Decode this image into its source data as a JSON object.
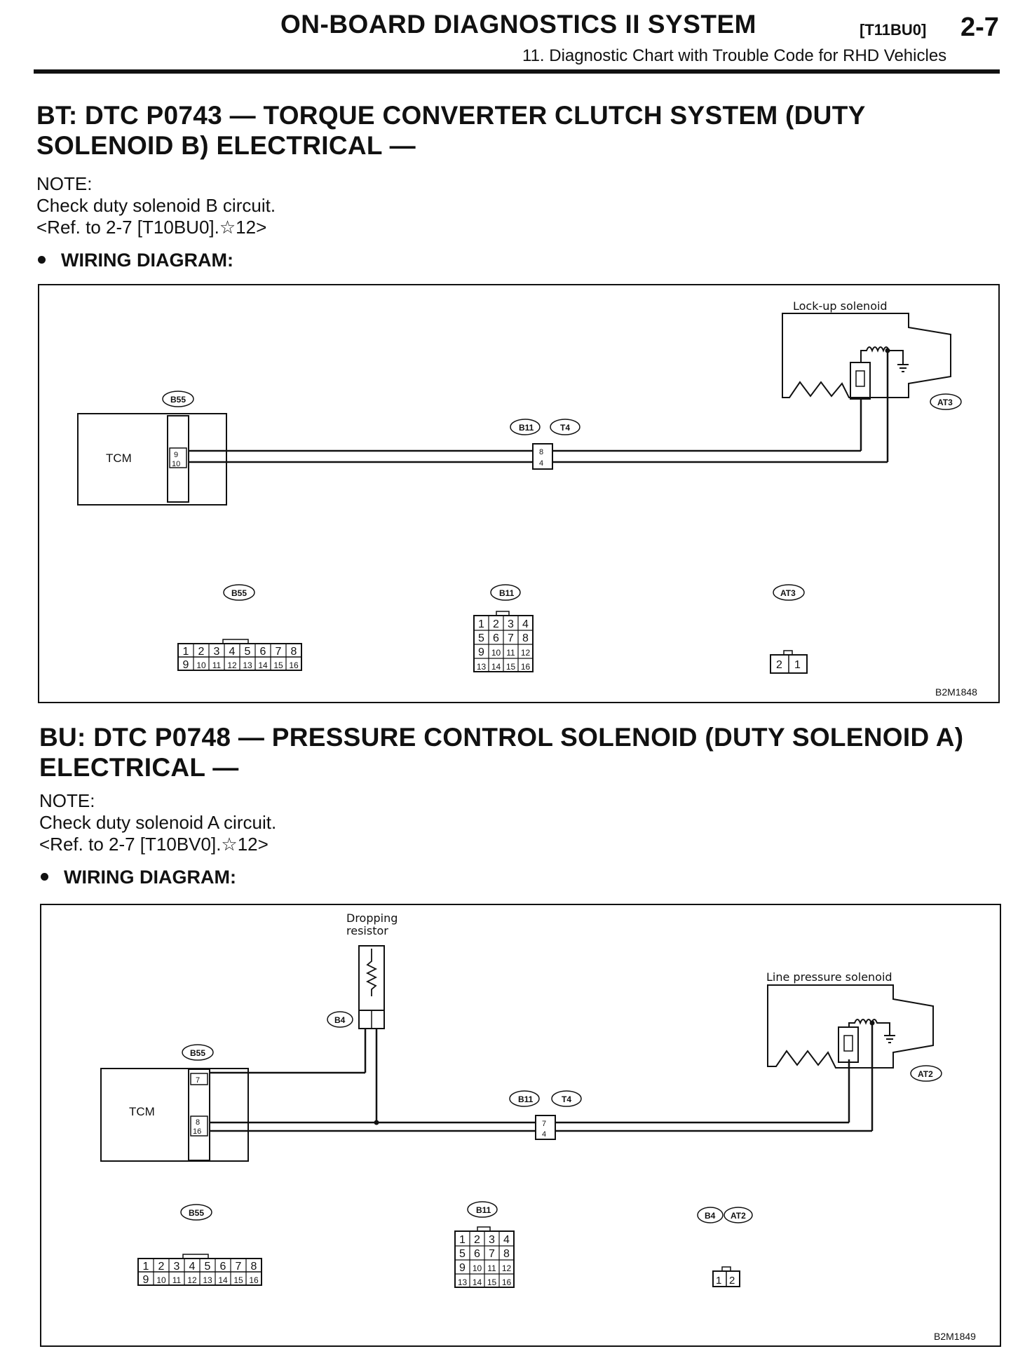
{
  "header": {
    "title": "ON-BOARD DIAGNOSTICS II SYSTEM",
    "code": "[T11BU0]",
    "page": "2-7",
    "subtitle": "11. Diagnostic Chart with Trouble Code for RHD Vehicles"
  },
  "sections": [
    {
      "title_line1": "BT:  DTC P0743 — TORQUE CONVERTER CLUTCH SYSTEM (DUTY",
      "title_line2": "SOLENOID B) ELECTRICAL —",
      "note_label": "NOTE:",
      "note_text": "Check duty solenoid B circuit.",
      "note_ref": "<Ref. to 2-7 [T10BU0].☆12>",
      "bullet": "WIRING DIAGRAM:",
      "diagram": {
        "id": "B2M1848",
        "component_label": "Lock-up solenoid",
        "tcm": "TCM",
        "conn_tcm": "B55",
        "conn_mid1": "B11",
        "conn_mid2": "T4",
        "conn_sol": "AT3",
        "tcm_pins": [
          "9",
          "10"
        ],
        "mid_pins": [
          "8",
          "4"
        ],
        "face_tcm_row1": [
          "1",
          "2",
          "3",
          "4",
          "5",
          "6",
          "7",
          "8"
        ],
        "face_tcm_row2": [
          "9",
          "10",
          "11",
          "12",
          "13",
          "14",
          "15",
          "16"
        ],
        "face_mid_row1": [
          "1",
          "2",
          "3",
          "4"
        ],
        "face_mid_row2": [
          "5",
          "6",
          "7",
          "8"
        ],
        "face_mid_row3": [
          "9",
          "10",
          "11",
          "12"
        ],
        "face_mid_row4": [
          "13",
          "14",
          "15",
          "16"
        ],
        "face_sol": [
          "2",
          "1"
        ]
      }
    },
    {
      "title_line1": "BU:  DTC P0748 — PRESSURE CONTROL SOLENOID (DUTY SOLENOID A)",
      "title_line2": "ELECTRICAL —",
      "note_label": "NOTE:",
      "note_text": "Check duty solenoid A circuit.",
      "note_ref": "<Ref. to 2-7 [T10BV0].☆12>",
      "bullet": "WIRING DIAGRAM:",
      "diagram": {
        "id": "B2M1849",
        "component_label": "Line pressure solenoid",
        "resistor_label_1": "Dropping",
        "resistor_label_2": "resistor",
        "tcm": "TCM",
        "conn_tcm": "B55",
        "conn_res": "B4",
        "conn_mid1": "B11",
        "conn_mid2": "T4",
        "conn_sol": "AT2",
        "tcm_pins": [
          "7",
          "8",
          "16"
        ],
        "mid_pins": [
          "7",
          "4"
        ],
        "face_tcm_row1": [
          "1",
          "2",
          "3",
          "4",
          "5",
          "6",
          "7",
          "8"
        ],
        "face_tcm_row2": [
          "9",
          "10",
          "11",
          "12",
          "13",
          "14",
          "15",
          "16"
        ],
        "face_mid_row1": [
          "1",
          "2",
          "3",
          "4"
        ],
        "face_mid_row2": [
          "5",
          "6",
          "7",
          "8"
        ],
        "face_mid_row3": [
          "9",
          "10",
          "11",
          "12"
        ],
        "face_mid_row4": [
          "13",
          "14",
          "15",
          "16"
        ],
        "face_res": [
          "1",
          "2"
        ]
      }
    }
  ]
}
